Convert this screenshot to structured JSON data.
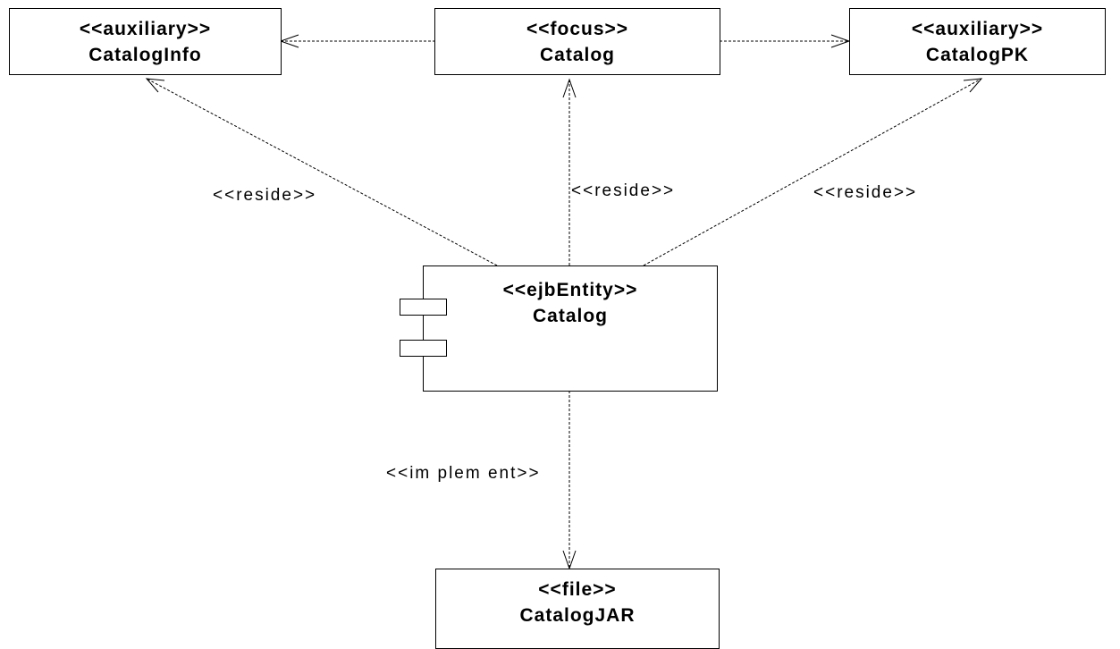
{
  "nodes": {
    "catalog_info": {
      "stereotype": "<<auxiliary>>",
      "name": "CatalogInfo"
    },
    "catalog_focus": {
      "stereotype": "<<focus>>",
      "name": "Catalog"
    },
    "catalog_pk": {
      "stereotype": "<<auxiliary>>",
      "name": "CatalogPK"
    },
    "ejb_entity": {
      "stereotype": "<<ejbEntity>>",
      "name": "Catalog"
    },
    "catalog_jar": {
      "stereotype": "<<file>>",
      "name": "CatalogJAR"
    }
  },
  "edges": {
    "reside_info": "<<reside>>",
    "reside_focus": "<<reside>>",
    "reside_pk": "<<reside>>",
    "implement": "<<im plem ent>>"
  }
}
